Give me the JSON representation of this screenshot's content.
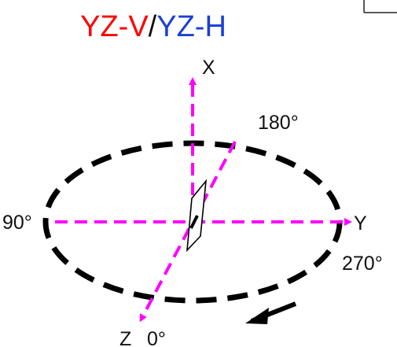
{
  "title": {
    "part1": "YZ-V",
    "separator": "/",
    "part2": "YZ-H"
  },
  "axes": {
    "x_label": "X",
    "y_label": "Y",
    "z_label": "Z"
  },
  "angles": {
    "a0": "0°",
    "a90": "90°",
    "a180": "180°",
    "a270": "270°"
  },
  "colors": {
    "vertical": "#ff0000",
    "separator": "#111111",
    "horizontal": "#1a3fd6",
    "axis": "#ff00ff",
    "orbit": "#000000"
  }
}
